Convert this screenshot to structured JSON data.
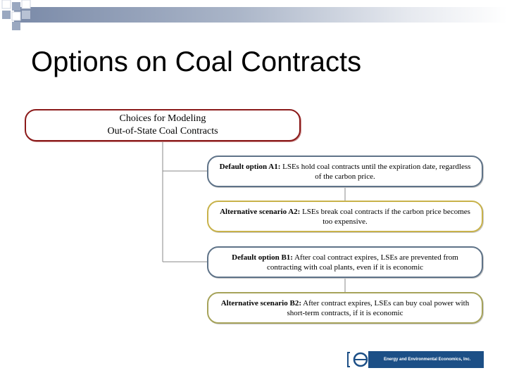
{
  "slide": {
    "title": "Options on Coal Contracts"
  },
  "diagram": {
    "root": {
      "line1": "Choices for Modeling",
      "line2": "Out-of-State Coal Contracts"
    },
    "children": [
      {
        "lead": "Default option A1:",
        "text": " LSEs hold coal contracts until the expiration date, regardless of the carbon price.",
        "border_color": "#5f7388"
      },
      {
        "lead": "Alternative scenario A2:",
        "text": " LSEs break coal contracts if the carbon price becomes too expensive.",
        "border_color": "#c8b24a"
      },
      {
        "lead": "Default option B1:",
        "text": " After coal contract expires, LSEs are prevented from contracting with coal plants, even if it is economic",
        "border_color": "#5f7388"
      },
      {
        "lead": "Alternative scenario B2:",
        "text": " After contract expires, LSEs can buy coal power with short-term contracts, if it is economic",
        "border_color": "#a6a35a"
      }
    ]
  },
  "logo": {
    "company_name": "Energy and Environmental Economics, Inc.",
    "brand_color": "#1c4f86"
  },
  "colors": {
    "root_border": "#8b1a1a",
    "band_start": "#7a8aa8"
  }
}
